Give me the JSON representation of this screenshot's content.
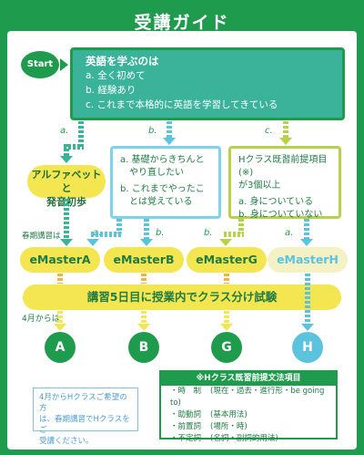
{
  "title": "受講ガイド",
  "start": "Start",
  "question": {
    "heading": "英語を学ぶのは",
    "options": [
      "a. 全く初めて",
      "b. 経験あり",
      "c. これまで本格的に英語を学習してきている"
    ]
  },
  "branch_labels": {
    "a": "a.",
    "b": "b.",
    "c": "c."
  },
  "abc_box": [
    "アルファベットと",
    "発音初歩"
  ],
  "b_box": [
    "a. 基礎からきちんと",
    "やり直したい",
    "b. これまでやったこ",
    "とは覚えている"
  ],
  "c_box": [
    "Hクラス既習前提項目(※)",
    "が3個以上",
    "a. 身についている",
    "b. 身についていない"
  ],
  "spring_label": "春期講習は",
  "courses": [
    "eMasterA",
    "eMasterB",
    "eMasterG",
    "eMasterH"
  ],
  "exam": "講習5日目に授業内でクラス分け試験",
  "april_label": "4月からは",
  "classes": [
    "A",
    "B",
    "G",
    "H"
  ],
  "note": [
    "4月からHクラスご希望の方",
    "は、春期講習でHクラスをご",
    "受講ください。"
  ],
  "grammar": {
    "heading": "※Hクラス既習前提文法項目",
    "rows": [
      {
        "k": "・時　制",
        "v": "(現在・過去・進行形・be going to)"
      },
      {
        "k": "・助動詞",
        "v": "(基本用法)"
      },
      {
        "k": "・前置詞",
        "v": "(場所・時)"
      },
      {
        "k": "・不定詞",
        "v": "(名詞・副詞的用法)"
      }
    ]
  },
  "colors": {
    "green": "#1f9b4e",
    "teal": "#3ab39a",
    "yellow": "#f3e650",
    "sky": "#5cc3df",
    "lime": "#b7d24a",
    "orange": "#f08a2c"
  }
}
